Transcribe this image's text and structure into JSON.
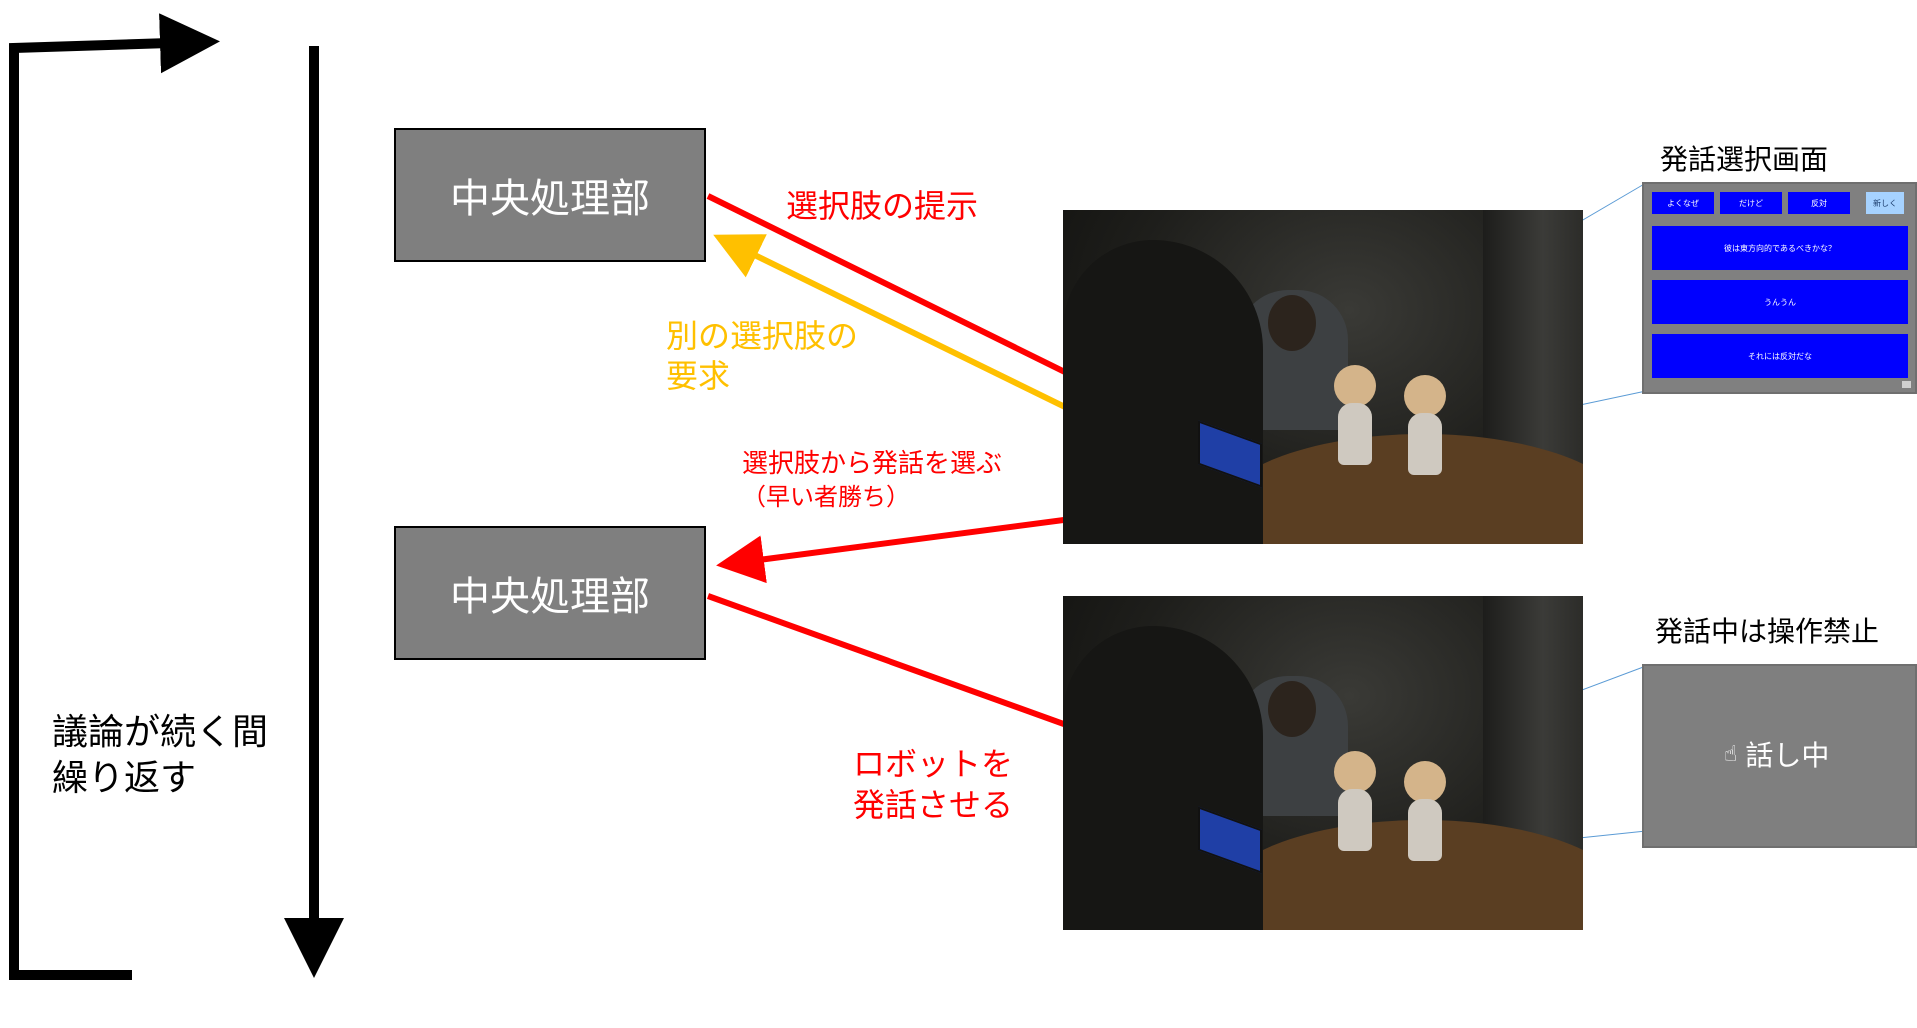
{
  "nodes": {
    "central_top": "中央処理部",
    "central_bottom": "中央処理部"
  },
  "edge_labels": {
    "present_choices": "選択肢の提示",
    "request_other_line1": "別の選択肢の",
    "request_other_line2": "要求",
    "choose_line1": "選択肢から発話を選ぶ",
    "choose_line2": "（早い者勝ち）",
    "make_robot_speak_line1": "ロボットを",
    "make_robot_speak_line2": "発話させる"
  },
  "loop_label": {
    "line1": "議論が続く間",
    "line2": "繰り返す"
  },
  "selection_screen": {
    "title": "発話選択画面",
    "top_buttons": [
      "よくなぜ",
      "だけど",
      "反対",
      "新しく"
    ],
    "options": [
      "彼は東方向的であるべきかな？",
      "うんうん",
      "それには反対だな"
    ]
  },
  "speaking_screen": {
    "title": "発話中は操作禁止",
    "status_text": "話し中",
    "icon": "pointing-hand-icon"
  },
  "colors": {
    "red_arrow": "#ff0000",
    "orange_arrow": "#ffc000",
    "box_gray": "#7f7f7f",
    "button_blue": "#0000ff",
    "light_button": "#a6d2ff",
    "callout_line": "#5b9bd5"
  }
}
